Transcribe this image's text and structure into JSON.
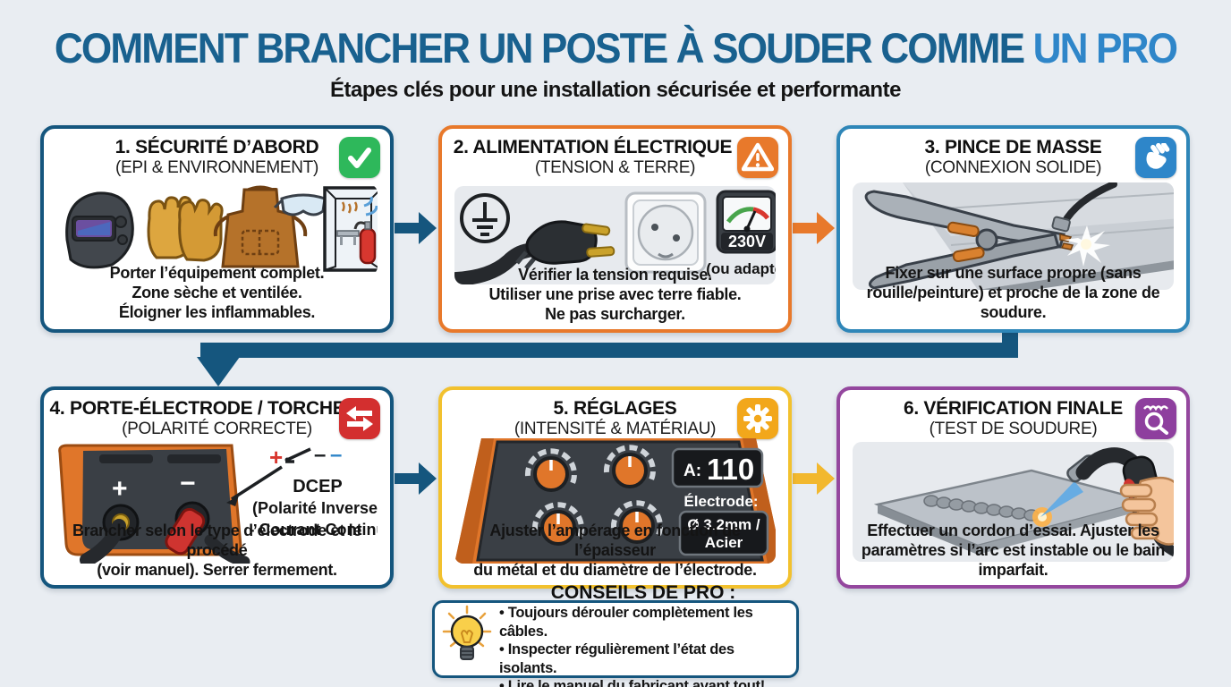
{
  "header": {
    "title_main": "COMMENT BRANCHER UN POSTE À SOUDER COMME",
    "title_accent": "UN PRO",
    "subtitle": "Étapes clés pour une installation sécurisée et performante",
    "title_color": "#19618f",
    "accent_color": "#2f86c9"
  },
  "cards": [
    {
      "title": "1. SÉCURITÉ D’ABORD",
      "subtitle": "(EPI & ENVIRONNEMENT)",
      "badge_icon": "check-icon",
      "accent": "#15567e",
      "badge_color": "#2eb85b",
      "body_lines": [
        "Porter l’équipement complet.",
        "Zone sèche et ventilée.",
        "Éloigner les inflammables."
      ]
    },
    {
      "title": "2. ALIMENTATION ÉLECTRIQUE",
      "subtitle": "(TENSION & TERRE)",
      "badge_icon": "warning-icon",
      "accent": "#e8792b",
      "badge_color": "#e8792b",
      "labels": {
        "voltage": "230V",
        "adapted": "(ou adapté)"
      },
      "body_lines": [
        "Vérifier la tension requise.",
        "Utiliser une prise avec terre fiable.",
        "Ne pas surcharger."
      ]
    },
    {
      "title": "3. PINCE DE MASSE",
      "subtitle": "(CONNEXION SOLIDE)",
      "badge_icon": "fist-icon",
      "accent": "#2e86b8",
      "badge_color": "#2e86c9",
      "body_lines": [
        "Fixer sur une surface propre (sans",
        "rouille/peinture) et proche de la zone de soudure."
      ]
    },
    {
      "title": "4. PORTE-ÉLECTRODE / TORCHE",
      "subtitle": "(POLARITÉ CORRECTE)",
      "badge_icon": "swap-arrows-icon",
      "accent": "#15567e",
      "badge_color": "#d32f2f",
      "labels": {
        "terminal_plus": "+",
        "terminal_minus": "−",
        "plus": "+",
        "dash_black": "–",
        "dash_blue": "–",
        "dcep": "DCEP",
        "polarity": "(Polarité Inverse)",
        "current": "- Courant Continu"
      },
      "body_lines": [
        "Brancher selon le type d’électrode et le procédé",
        "(voir manuel). Serrer fermement."
      ]
    },
    {
      "title": "5. RÉGLAGES",
      "subtitle": "(INTENSITÉ & MATÉRIAU)",
      "badge_icon": "gear-icon",
      "accent": "#f2c12e",
      "badge_color": "#f2a71b",
      "labels": {
        "amp_label": "A:",
        "amp_value": "110",
        "electrode_label": "Électrode:",
        "electrode_line1": "Ø 3.2mm /",
        "electrode_line2": "Acier"
      },
      "body_lines": [
        "Ajuster l’ampérage en fonction de l’épaisseur",
        "du métal et du diamètre de l’électrode."
      ]
    },
    {
      "title": "6. VÉRIFICATION FINALE",
      "subtitle": "(TEST DE SOUDURE)",
      "badge_icon": "magnifier-icon",
      "accent": "#94479e",
      "badge_color": "#8e3f9e",
      "body_lines": [
        "Effectuer un cordon d’essai. Ajuster les",
        "paramètres si l’arc est instable ou le bain imparfait."
      ]
    }
  ],
  "arrows": [
    {
      "name": "arrow-step1-to-step2",
      "color": "#15567e"
    },
    {
      "name": "arrow-step2-to-step3",
      "color": "#e8792b"
    },
    {
      "name": "arrow-step4-to-step5",
      "color": "#15567e"
    },
    {
      "name": "arrow-step5-to-step6",
      "color": "#f2b82e"
    }
  ],
  "connector": {
    "name": "connector-step3-to-step4",
    "color": "#15567e"
  },
  "tips": {
    "title": "CONSEILS DE PRO :",
    "items": [
      "• Toujours dérouler complètement les câbles.",
      "• Inspecter régulièrement l’état des isolants.",
      "• Lire le manuel du fabricant avant tout!"
    ]
  }
}
